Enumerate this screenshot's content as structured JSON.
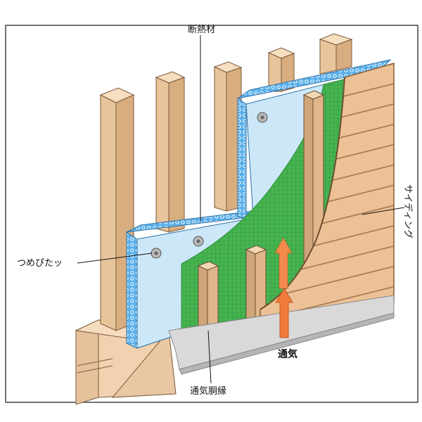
{
  "labels": {
    "insulation": "断熱材",
    "siding": "サイディング",
    "fastener": "つめぴたッ",
    "furring": "通気胴縁",
    "airflow": "通気"
  },
  "colors": {
    "wood": "#edc9a0",
    "wood_stroke": "#7a5a3a",
    "insulation": "#4aa0e0",
    "board": "#c8e6f8",
    "membrane": "#42b04a",
    "siding": "#e8b98a",
    "flashing": "#d6d6d6",
    "arrow": "#f07a3a"
  }
}
